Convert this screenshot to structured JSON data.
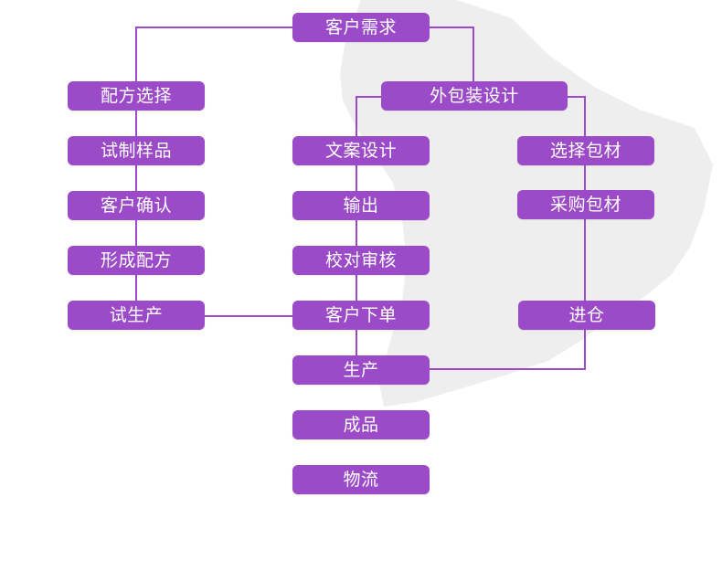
{
  "flowchart": {
    "nodes": {
      "customer_demand": "客户需求",
      "select_formula": "配方选择",
      "trial_sample": "试制样品",
      "customer_confirm": "客户确认",
      "finalize_formula": "形成配方",
      "trial_production": "试生产",
      "packaging_design": "外包装设计",
      "copy_design": "文案设计",
      "output": "输出",
      "proof_review": "校对审核",
      "customer_order": "客户下单",
      "production": "生产",
      "finished_goods": "成品",
      "logistics": "物流",
      "select_materials": "选择包材",
      "purchase_materials": "采购包材",
      "warehousing": "进仓"
    }
  },
  "colors": {
    "node_fill": "#9b4bc8",
    "connector": "#9b4bc8",
    "node_text": "#ffffff",
    "background_map": "#eeeeee"
  }
}
